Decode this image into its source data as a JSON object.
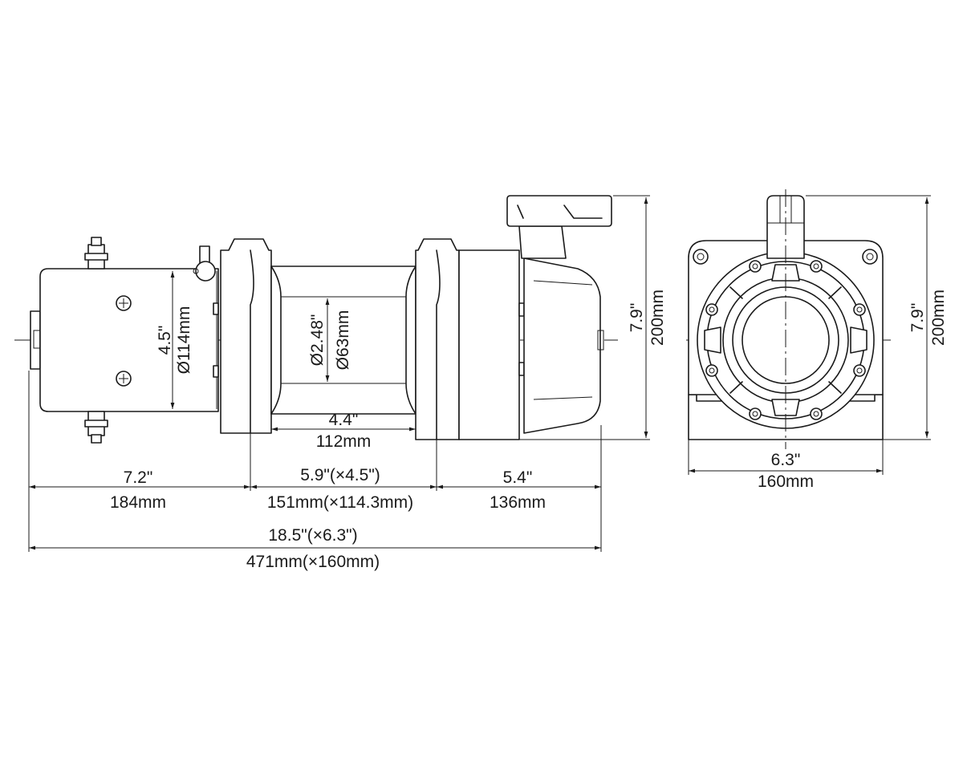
{
  "labels": {
    "motor_dia_in": "4.5\"",
    "motor_dia_mm": "Ø114mm",
    "drum_dia_in": "Ø2.48\"",
    "drum_dia_mm": "Ø63mm",
    "drum_len_in": "4.4\"",
    "drum_len_mm": "112mm",
    "motor_len_in": "7.2\"",
    "motor_len_mm": "184mm",
    "mount_in": "5.9\"(×4.5\")",
    "mount_mm": "151mm(×114.3mm)",
    "gear_len_in": "5.4\"",
    "gear_len_mm": "136mm",
    "total_in": "18.5\"(×6.3\")",
    "total_mm": "471mm(×160mm)",
    "side_height_in": "7.9\"",
    "side_height_mm": "200mm",
    "end_width_in": "6.3\"",
    "end_width_mm": "160mm",
    "end_height_in": "7.9\"",
    "end_height_mm": "200mm"
  },
  "colors": {
    "line": "#1a1a1a",
    "background": "#ffffff"
  }
}
